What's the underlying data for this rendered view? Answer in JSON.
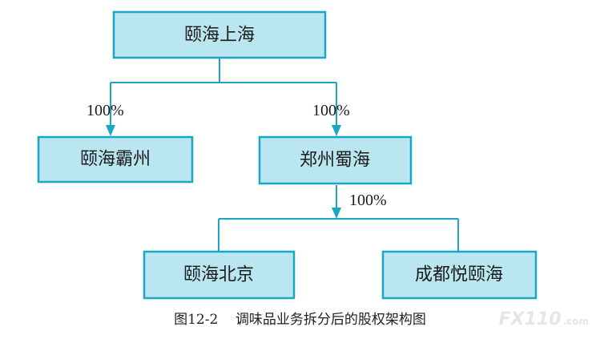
{
  "diagram": {
    "nodes": {
      "top": "颐海上海",
      "left": "颐海霸州",
      "middle": "郑州蜀海",
      "bottom_left": "颐海北京",
      "bottom_right": "成都悦颐海"
    },
    "edges": {
      "top_to_left": "100%",
      "top_to_middle": "100%",
      "middle_to_bottom": "100%"
    }
  },
  "caption": "图12-2    调味品业务拆分后的股权架构图",
  "watermark": {
    "main": "FX110",
    "suffix": ".com"
  },
  "colors": {
    "box_fill": "#b9e6f0",
    "box_stroke": "#1aa7c4",
    "connector": "#1aa7c4"
  }
}
